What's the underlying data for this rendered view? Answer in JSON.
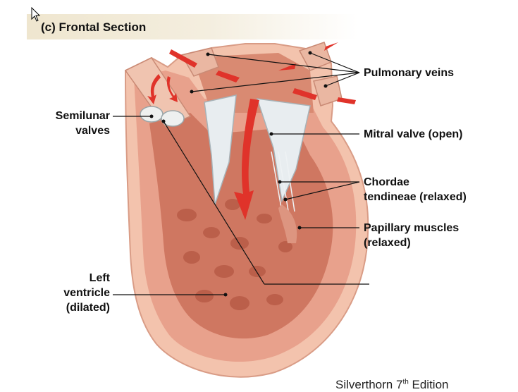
{
  "header": {
    "title": "(c) Frontal Section"
  },
  "labels": {
    "pulmonary_veins": "Pulmonary veins",
    "mitral_valve": "Mitral valve (open)",
    "chordae_line1": "Chordae",
    "chordae_line2": "tendineae (relaxed)",
    "papillary_line1": "Papillary muscles",
    "papillary_line2": "(relaxed)",
    "semilunar_line1": "Semilunar",
    "semilunar_line2": "valves",
    "left_ventricle_line1": "Left",
    "left_ventricle_line2": "ventricle",
    "left_ventricle_line3": "(dilated)"
  },
  "credit": {
    "text": "Silverthorn 7",
    "superscript": "th",
    "suffix": " Edition"
  },
  "colors": {
    "myocardium": "#e9a28c",
    "inner_wall": "#d9806a",
    "cavity": "#c8624e",
    "outer_wall": "#f6cdbb",
    "arrow": "#e0332a",
    "valve": "#e8edf0",
    "header_bg": "#efe6cf"
  }
}
